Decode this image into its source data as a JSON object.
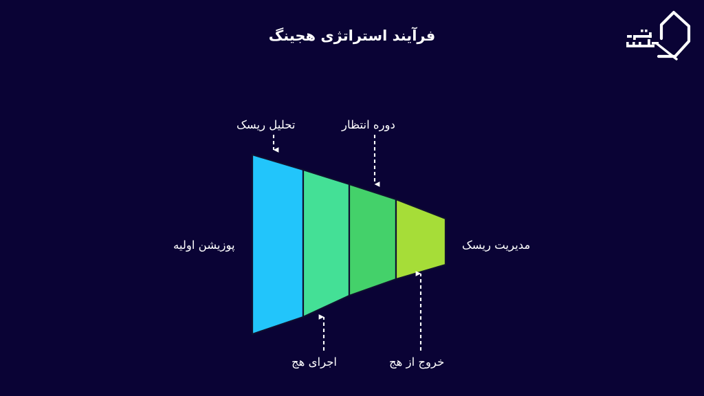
{
  "slide": {
    "title": "فرآیند استراتژی هجینگ",
    "background_color": "#0a0335",
    "text_color": "#ffffff"
  },
  "logo": {
    "name": "خانه سرمایه",
    "line1": "خانه",
    "line2": "سرمایه",
    "color": "#ffffff"
  },
  "chart_data": {
    "type": "bar",
    "title": "فرآیند استراتژی هجینگ",
    "xlabel": "",
    "ylabel": "",
    "categories": [
      "پوزیشن اولیه",
      "تحلیل ریسک",
      "اجرای هج",
      "دوره انتظار",
      "خروج از هج",
      "مدیریت ریسک"
    ],
    "stages": [
      {
        "index": 1,
        "label": "پوزیشن اولیه",
        "color": "#22c5fb",
        "label_position": "left",
        "width": 74,
        "height_left": 260,
        "height_right": 215
      },
      {
        "index": 2,
        "label": "تحلیل ریسک",
        "color": "#44e096",
        "label_position": "top",
        "width": 68,
        "height_left": 215,
        "height_right": 168
      },
      {
        "index": 3,
        "label": "اجرای هج",
        "color": "#44d16a",
        "label_position": "bottom",
        "width": 68,
        "height_left": 168,
        "height_right": 120
      },
      {
        "index": 4,
        "label": "دوره انتظار",
        "color": "#a6dd38",
        "label_position": "top",
        "width": 70,
        "height_left": 120,
        "height_right": 67
      }
    ],
    "annotations": [
      {
        "text": "تحلیل ریسک",
        "arrow": "down",
        "dashed": true,
        "target_stage": 1
      },
      {
        "text": "دوره انتظار",
        "arrow": "down",
        "dashed": true,
        "target_stage": 3
      },
      {
        "text": "پوزیشن اولیه",
        "arrow": "none",
        "dashed": false,
        "target_stage": 1
      },
      {
        "text": "مدیریت ریسک",
        "arrow": "none",
        "dashed": false,
        "target_stage": 4
      },
      {
        "text": "اجرای هج",
        "arrow": "up",
        "dashed": true,
        "target_stage": 2
      },
      {
        "text": "خروج از هج",
        "arrow": "up",
        "dashed": true,
        "target_stage": 4
      }
    ],
    "legend_position": "none",
    "grid": false,
    "colors": {
      "stage1": "#22c5fb",
      "stage2": "#44e096",
      "stage3": "#44d16a",
      "stage4": "#a6dd38",
      "outline": "#0f1030",
      "background": "#0a0335",
      "arrow": "#ffffff"
    }
  }
}
